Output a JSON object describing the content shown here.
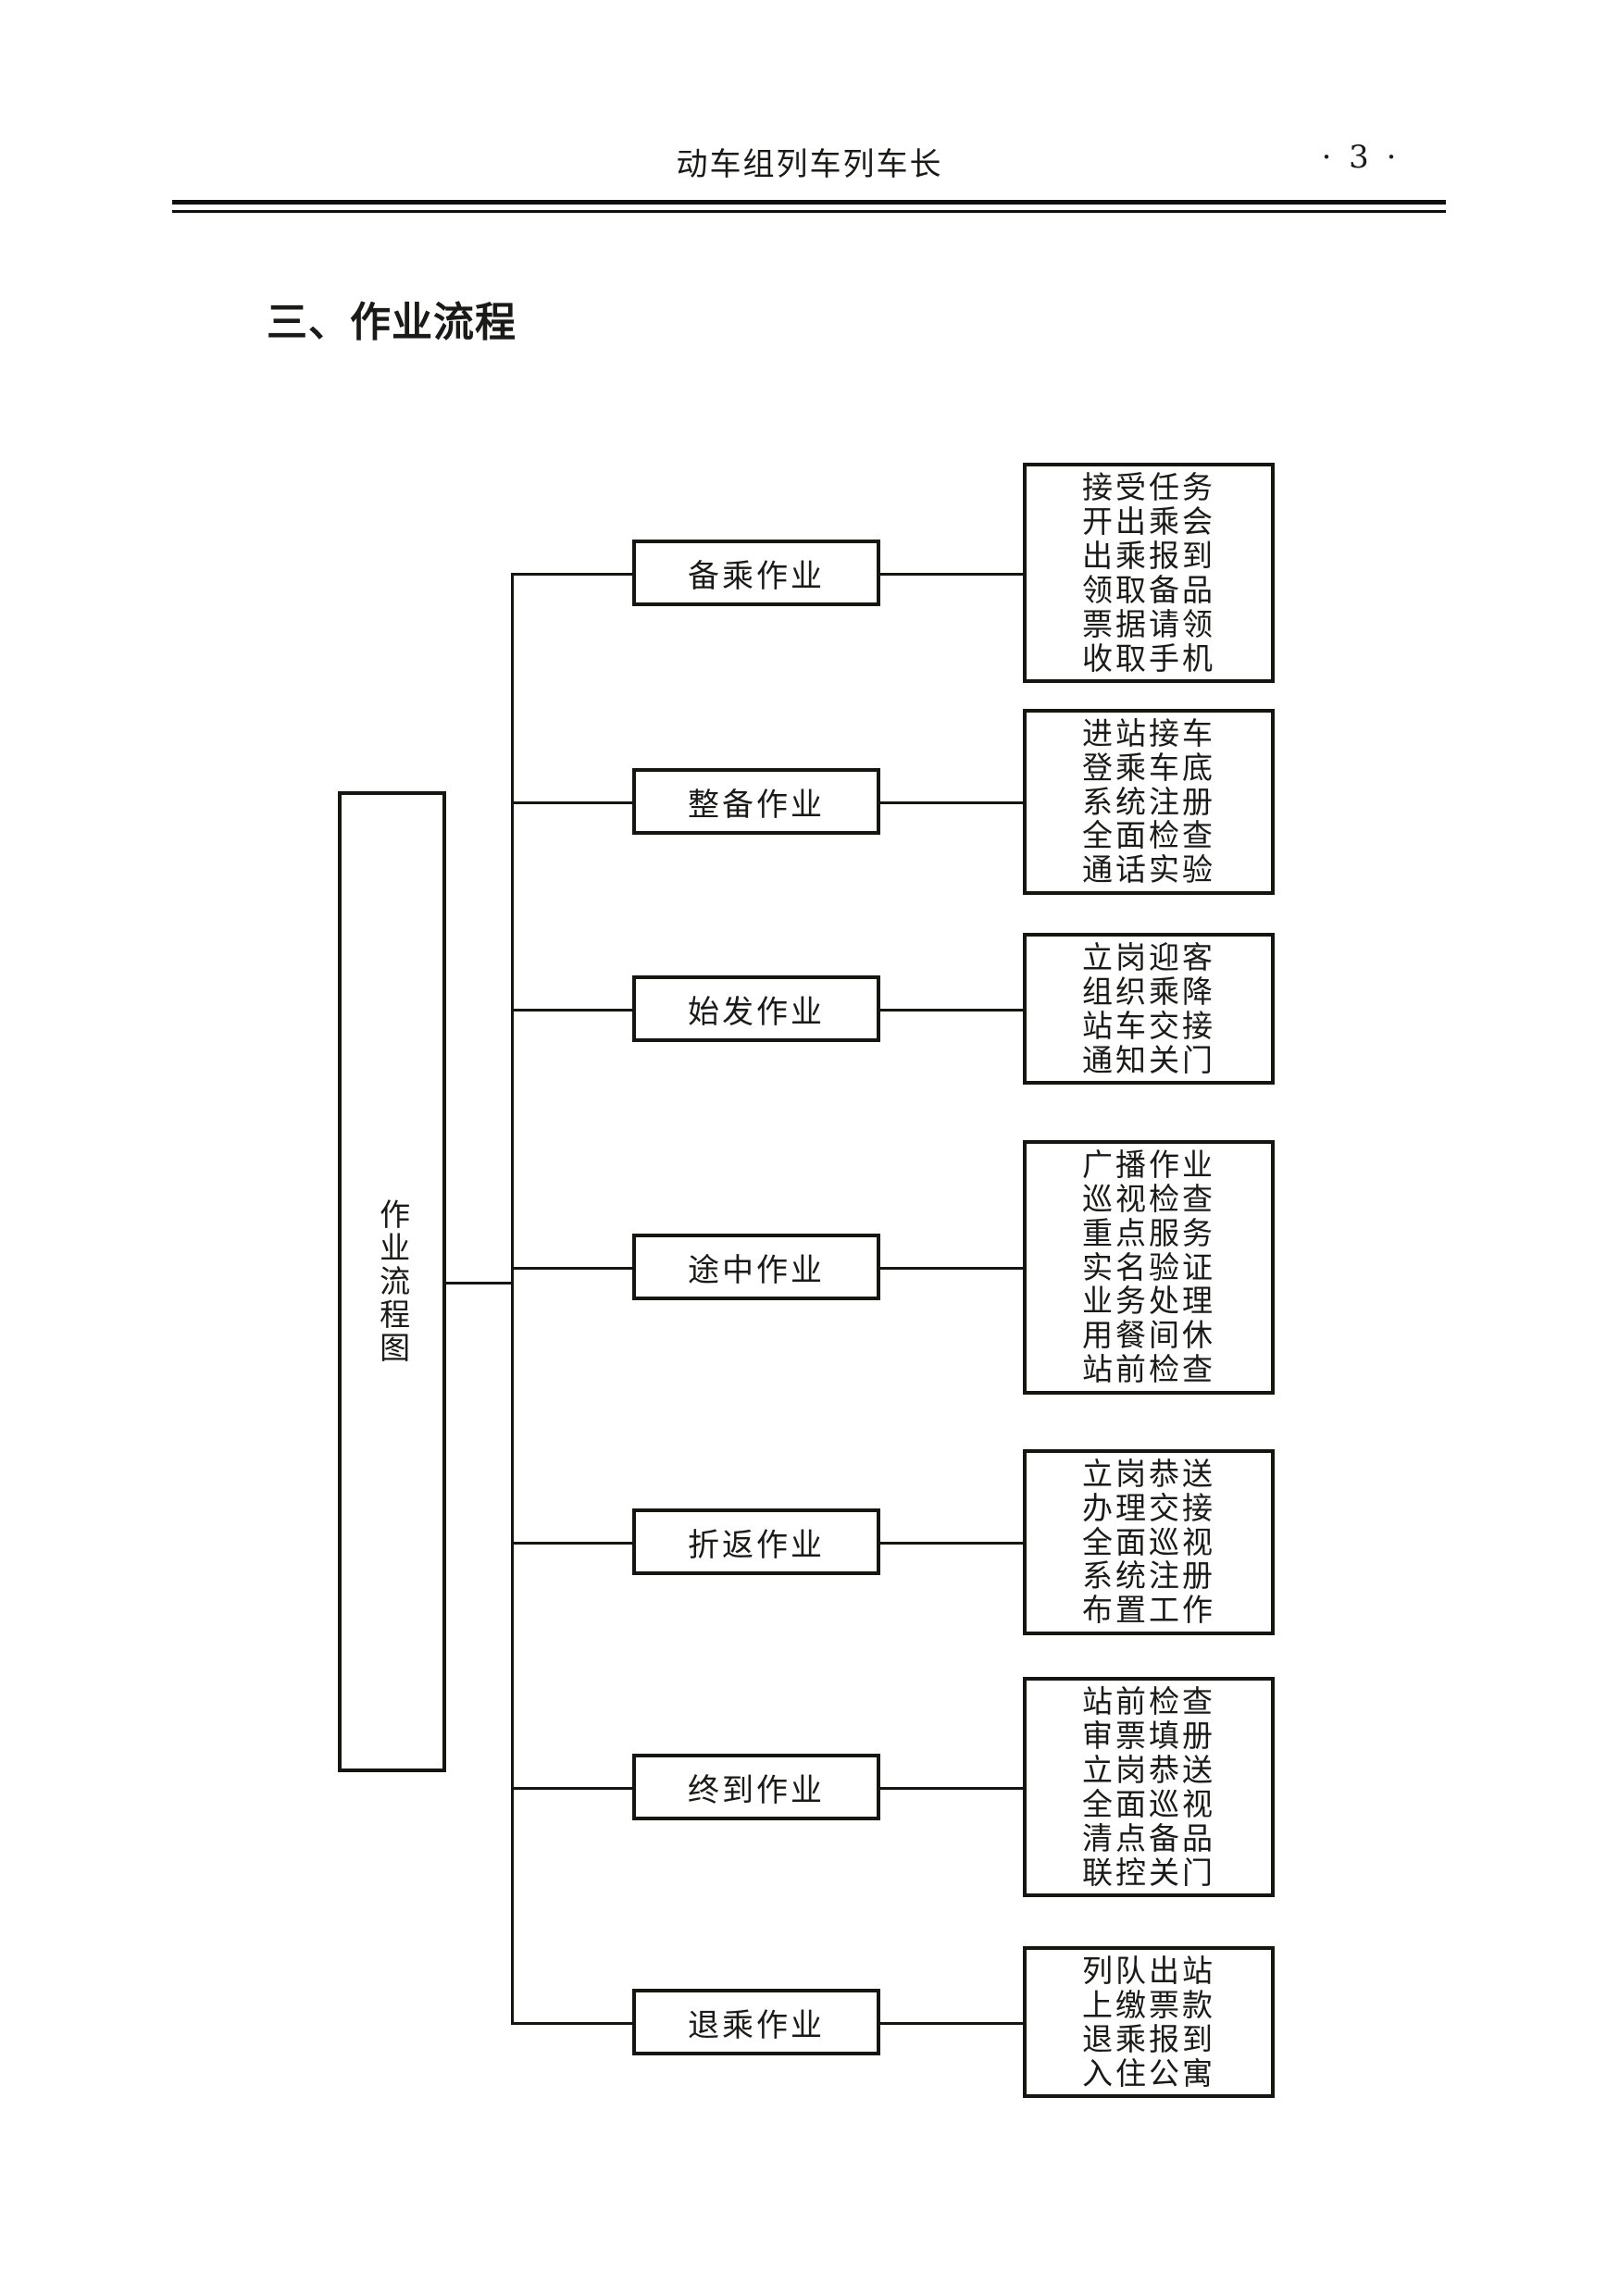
{
  "header": {
    "title": "动车组列车列车长",
    "page_marker": "· 3 ·"
  },
  "section": {
    "title": "三、作业流程"
  },
  "diagram": {
    "root_label": "作业流程图",
    "branches": [
      {
        "stage": "备乘作业",
        "tasks": [
          "接受任务",
          "开出乘会",
          "出乘报到",
          "领取备品",
          "票据请领",
          "收取手机"
        ]
      },
      {
        "stage": "整备作业",
        "tasks": [
          "进站接车",
          "登乘车底",
          "系统注册",
          "全面检查",
          "通话实验"
        ]
      },
      {
        "stage": "始发作业",
        "tasks": [
          "立岗迎客",
          "组织乘降",
          "站车交接",
          "通知关门"
        ]
      },
      {
        "stage": "途中作业",
        "tasks": [
          "广播作业",
          "巡视检查",
          "重点服务",
          "实名验证",
          "业务处理",
          "用餐间休",
          "站前检查"
        ]
      },
      {
        "stage": "折返作业",
        "tasks": [
          "立岗恭送",
          "办理交接",
          "全面巡视",
          "系统注册",
          "布置工作"
        ]
      },
      {
        "stage": "终到作业",
        "tasks": [
          "站前检查",
          "审票填册",
          "立岗恭送",
          "全面巡视",
          "清点备品",
          "联控关门"
        ]
      },
      {
        "stage": "退乘作业",
        "tasks": [
          "列队出站",
          "上缴票款",
          "退乘报到",
          "入住公寓"
        ]
      }
    ]
  }
}
